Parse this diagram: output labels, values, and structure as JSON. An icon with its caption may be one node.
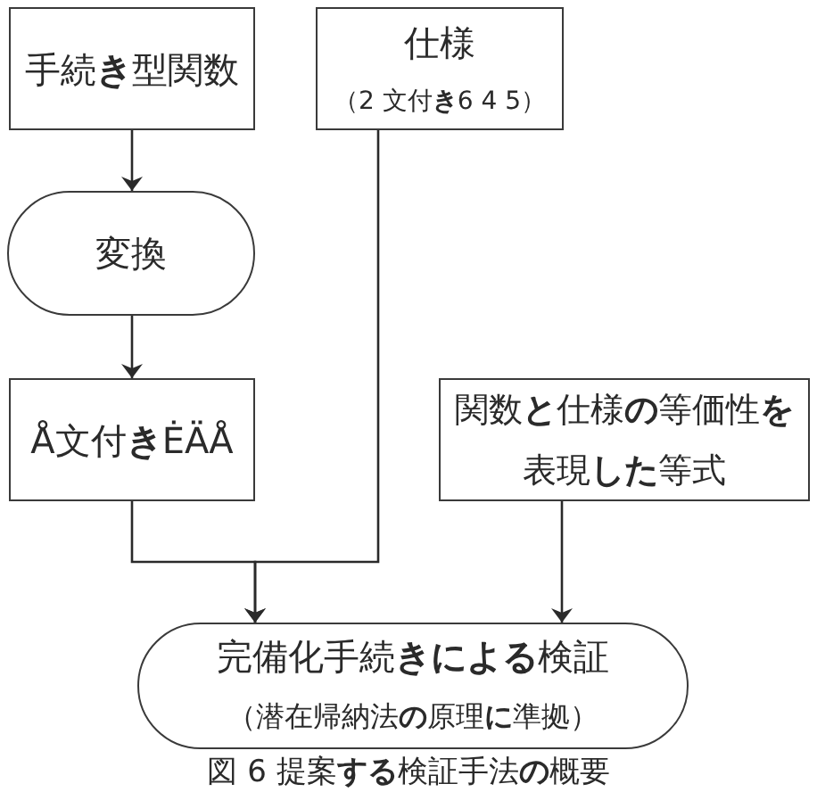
{
  "diagram": {
    "caption": "図 6 提案**する**検証手法**の**概要",
    "nodes": [
      {
        "text": [
          "手続**き**型関数"
        ]
      },
      {
        "text": [
          "仕様",
          "（2 文付**き**6 4 5）"
        ]
      },
      {
        "text": [
          "変換"
        ]
      },
      {
        "text": [
          "Å文付**き**ĖÄÅ"
        ]
      },
      {
        "text": [
          "関数**と**仕様**の**等価性**を**表現**した**等式"
        ]
      },
      {
        "text": [
          "完備化手続**きによる**検証",
          "（潜在帰納法**の**原理**に**準拠）"
        ]
      }
    ],
    "edges": [
      {
        "from": 0,
        "to": 2,
        "arrow": "to"
      },
      {
        "from": 2,
        "to": 3,
        "arrow": "to"
      },
      {
        "from": 3,
        "to": 5,
        "arrow": "to"
      },
      {
        "from": 1,
        "to": 5,
        "arrow": "to"
      },
      {
        "from": 4,
        "to": 5,
        "arrow": "to"
      }
    ]
  }
}
